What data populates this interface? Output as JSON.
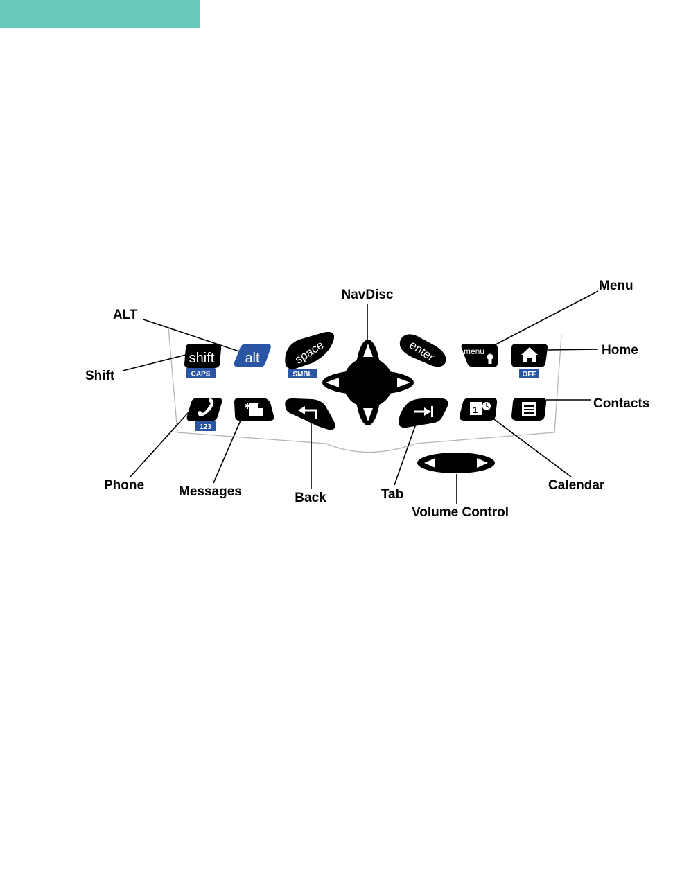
{
  "header": {
    "accent_color": "#66c9bb"
  },
  "colors": {
    "key": "#000000",
    "alt_key": "#2a55a5",
    "badge": "#2a55a5",
    "outline": "#b5b5b5"
  },
  "keys": {
    "shift": {
      "label": "shift",
      "badge": "CAPS"
    },
    "alt": {
      "label": "alt"
    },
    "space": {
      "label": "space",
      "badge": "SMBL"
    },
    "enter": {
      "label": "enter"
    },
    "menu": {
      "label": "menu",
      "icon": "lightbulb-icon"
    },
    "home": {
      "icon": "house-icon",
      "badge": "OFF"
    },
    "phone": {
      "icon": "phone-handset-icon",
      "badge": "123"
    },
    "messages": {
      "icon": "new-message-icon"
    },
    "back": {
      "icon": "back-arrow-icon"
    },
    "tab": {
      "icon": "tab-arrow-icon"
    },
    "calendar": {
      "icon": "calendar-clock-icon"
    },
    "contacts": {
      "icon": "address-book-icon"
    }
  },
  "callouts": {
    "alt": "ALT",
    "shift": "Shift",
    "navdisc": "NavDisc",
    "menu": "Menu",
    "home": "Home",
    "contacts": "Contacts",
    "phone": "Phone",
    "messages": "Messages",
    "back": "Back",
    "tab": "Tab",
    "calendar": "Calendar",
    "volume": "Volume Control"
  }
}
